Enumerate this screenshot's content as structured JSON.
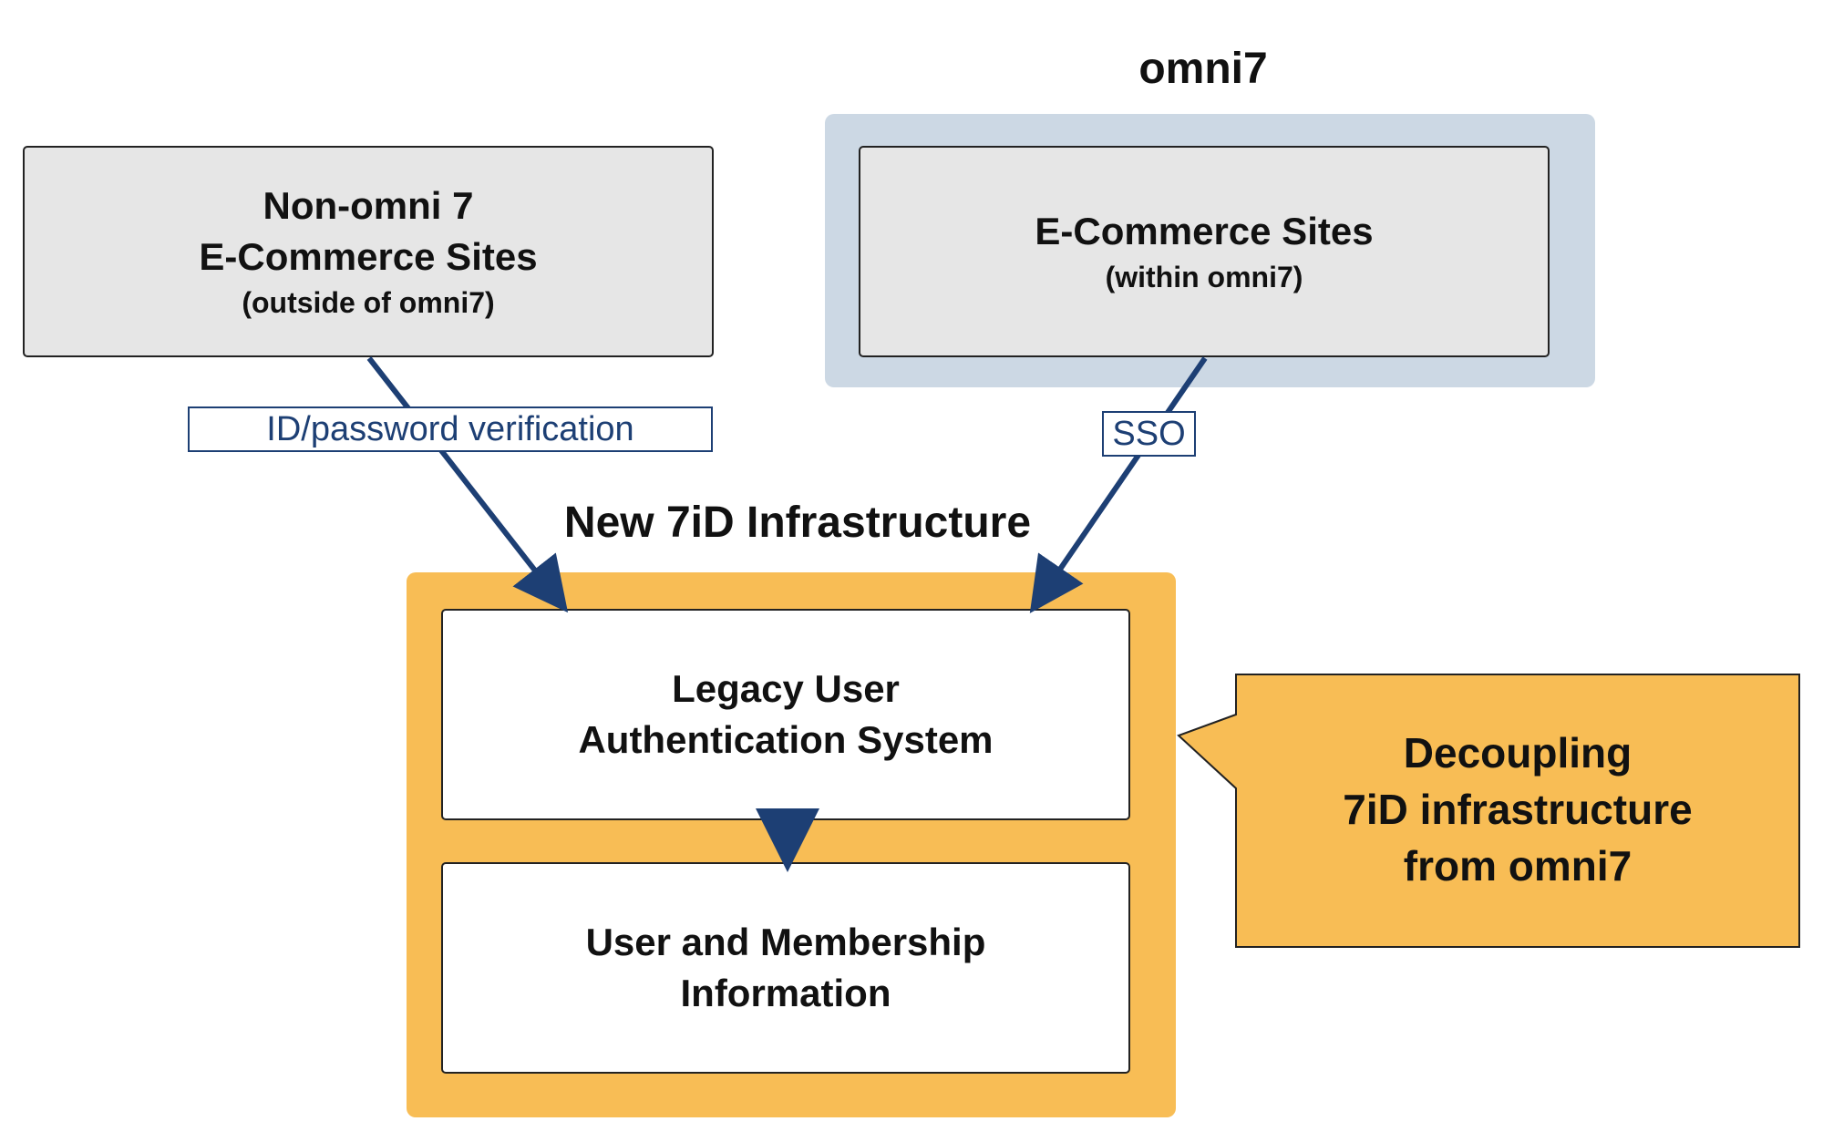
{
  "omni7_region": {
    "title": "omni7",
    "color": "#ccd8e4"
  },
  "non_omni_box": {
    "line1": "Non-omni 7",
    "line2": "E-Commerce Sites",
    "sub": "(outside of omni7)"
  },
  "ecommerce_box": {
    "line1": "E-Commerce Sites",
    "sub": "(within omni7)"
  },
  "connections": {
    "left_label": "ID/password verification",
    "right_label": "SSO",
    "arrow_color": "#1d3f74"
  },
  "infrastructure": {
    "title": "New 7iD Infrastructure",
    "color": "#f8bd55"
  },
  "legacy_box": {
    "line1": "Legacy User",
    "line2": "Authentication System"
  },
  "membership_box": {
    "line1": "User and Membership",
    "line2": "Information"
  },
  "callout": {
    "line1": "Decoupling",
    "line2": "7iD infrastructure",
    "line3": "from omni7",
    "color": "#f8bd55"
  }
}
